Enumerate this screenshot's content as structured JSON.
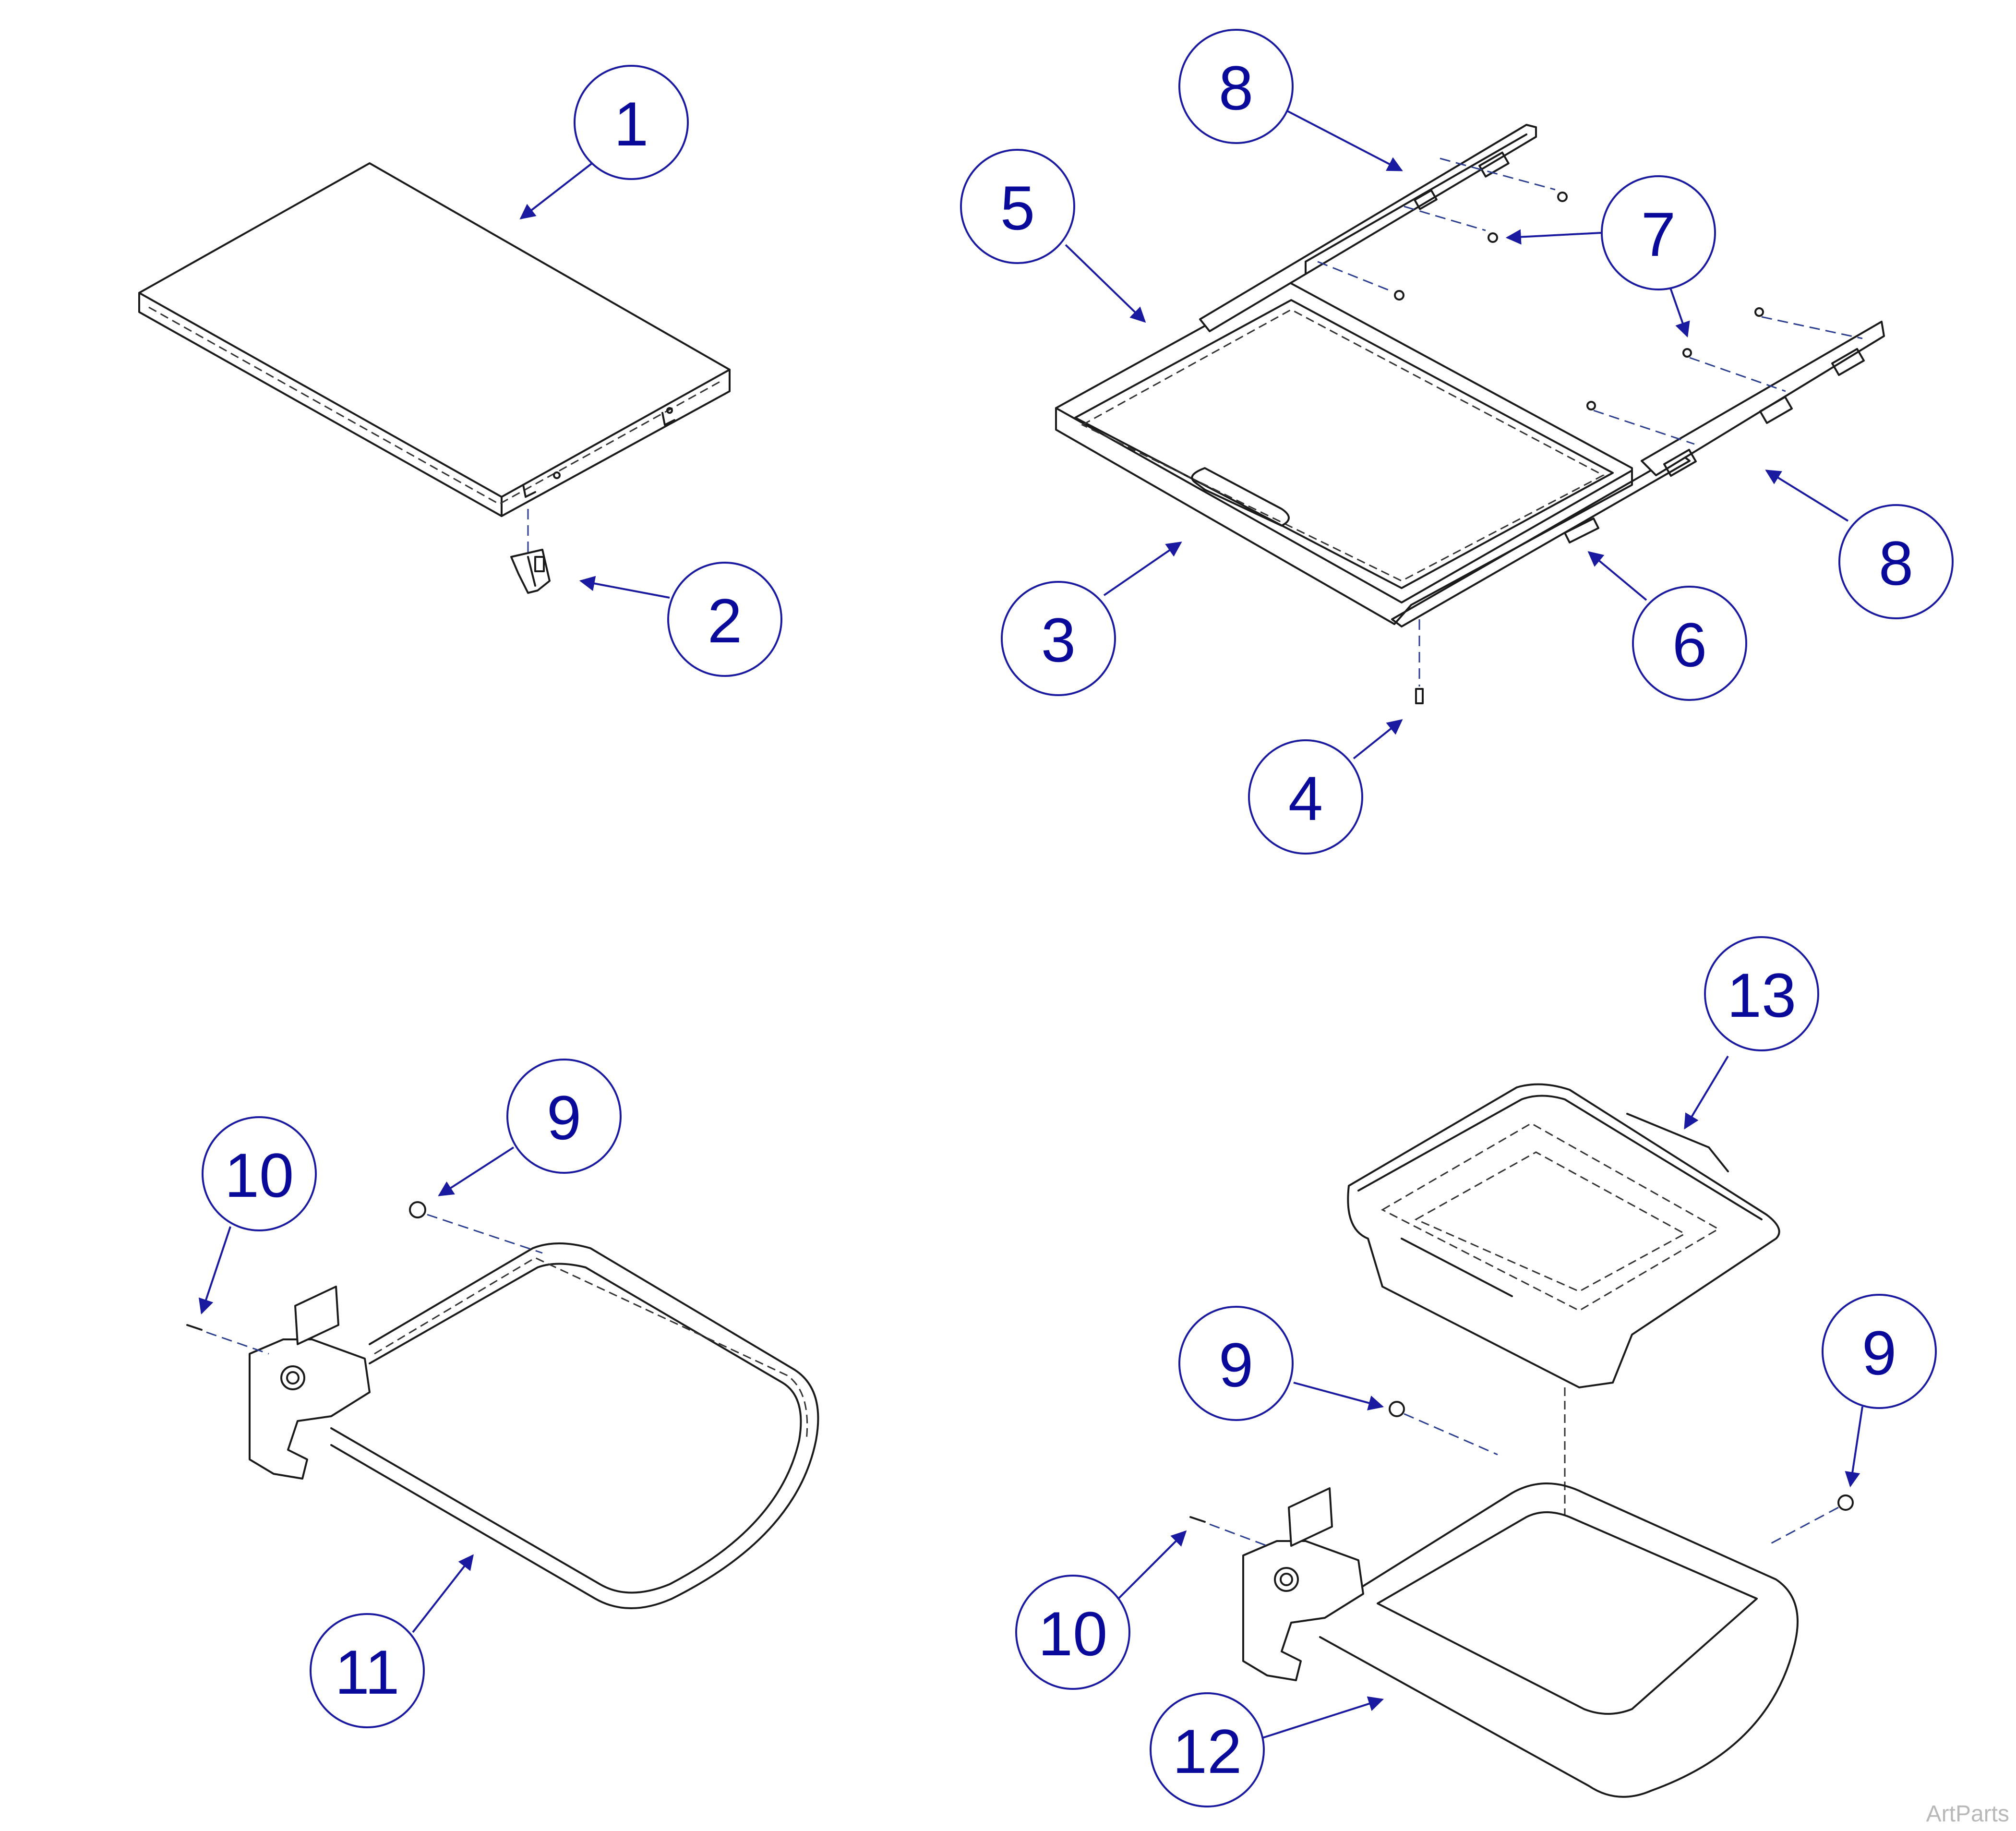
{
  "balloons": [
    {
      "label": "1"
    },
    {
      "label": "2"
    },
    {
      "label": "3"
    },
    {
      "label": "4"
    },
    {
      "label": "5"
    },
    {
      "label": "6"
    },
    {
      "label": "7"
    },
    {
      "label": "8"
    },
    {
      "label": "8"
    },
    {
      "label": "9"
    },
    {
      "label": "9"
    },
    {
      "label": "9"
    },
    {
      "label": "10"
    },
    {
      "label": "10"
    },
    {
      "label": "11"
    },
    {
      "label": "12"
    },
    {
      "label": "13"
    }
  ],
  "watermark": "ArtParts",
  "colors": {
    "balloon_stroke": "#1a1aa0",
    "balloon_text": "#0a0a9a",
    "line": "#1a1a1a"
  }
}
